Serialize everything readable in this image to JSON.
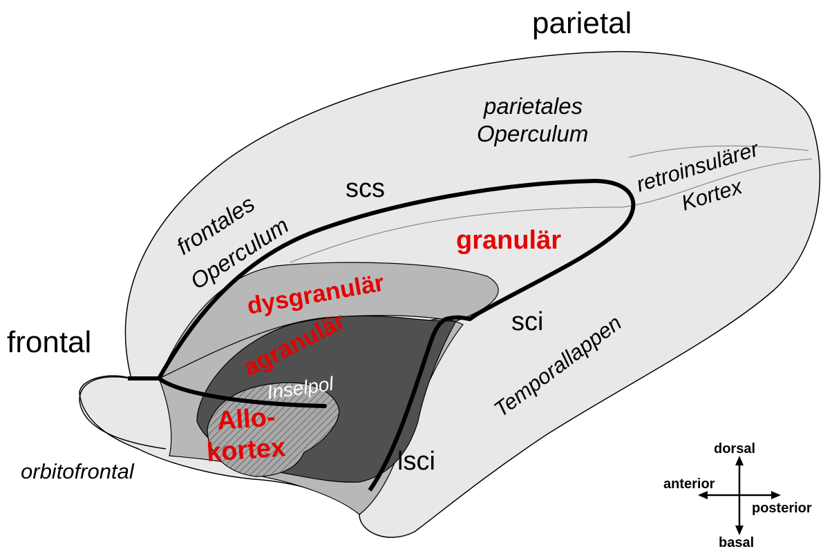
{
  "region_labels": {
    "parietal": "parietal",
    "frontal": "frontal",
    "parietales_operculum_1": "parietales",
    "parietales_operculum_2": "Operculum",
    "frontales_operculum_1": "frontales",
    "frontales_operculum_2": "Operculum",
    "retroinsular_1": "retroinsulärer",
    "retroinsular_2": "Kortex",
    "temporallappen": "Temporallappen",
    "orbitofrontal": "orbitofrontal",
    "inselpol": "Inselpol"
  },
  "sulcus_labels": {
    "scs": "scs",
    "sci": "sci",
    "lsci": "lsci"
  },
  "cortex_zones": {
    "granular": "granulär",
    "dysgranular": "dysgranulär",
    "agranular": "agranulär",
    "allo_1": "Allo-",
    "allo_2": "kortex"
  },
  "orientation": {
    "dorsal": "dorsal",
    "basal": "basal",
    "anterior": "anterior",
    "posterior": "posterior"
  },
  "colors": {
    "lobe_fill": "#e8e8e8",
    "dysgranular_fill": "#b8b8b8",
    "agranular_fill": "#505050",
    "allocortex_fill": "#a8a8a8",
    "zone_label_red": "#e60000",
    "outline": "#000000"
  }
}
